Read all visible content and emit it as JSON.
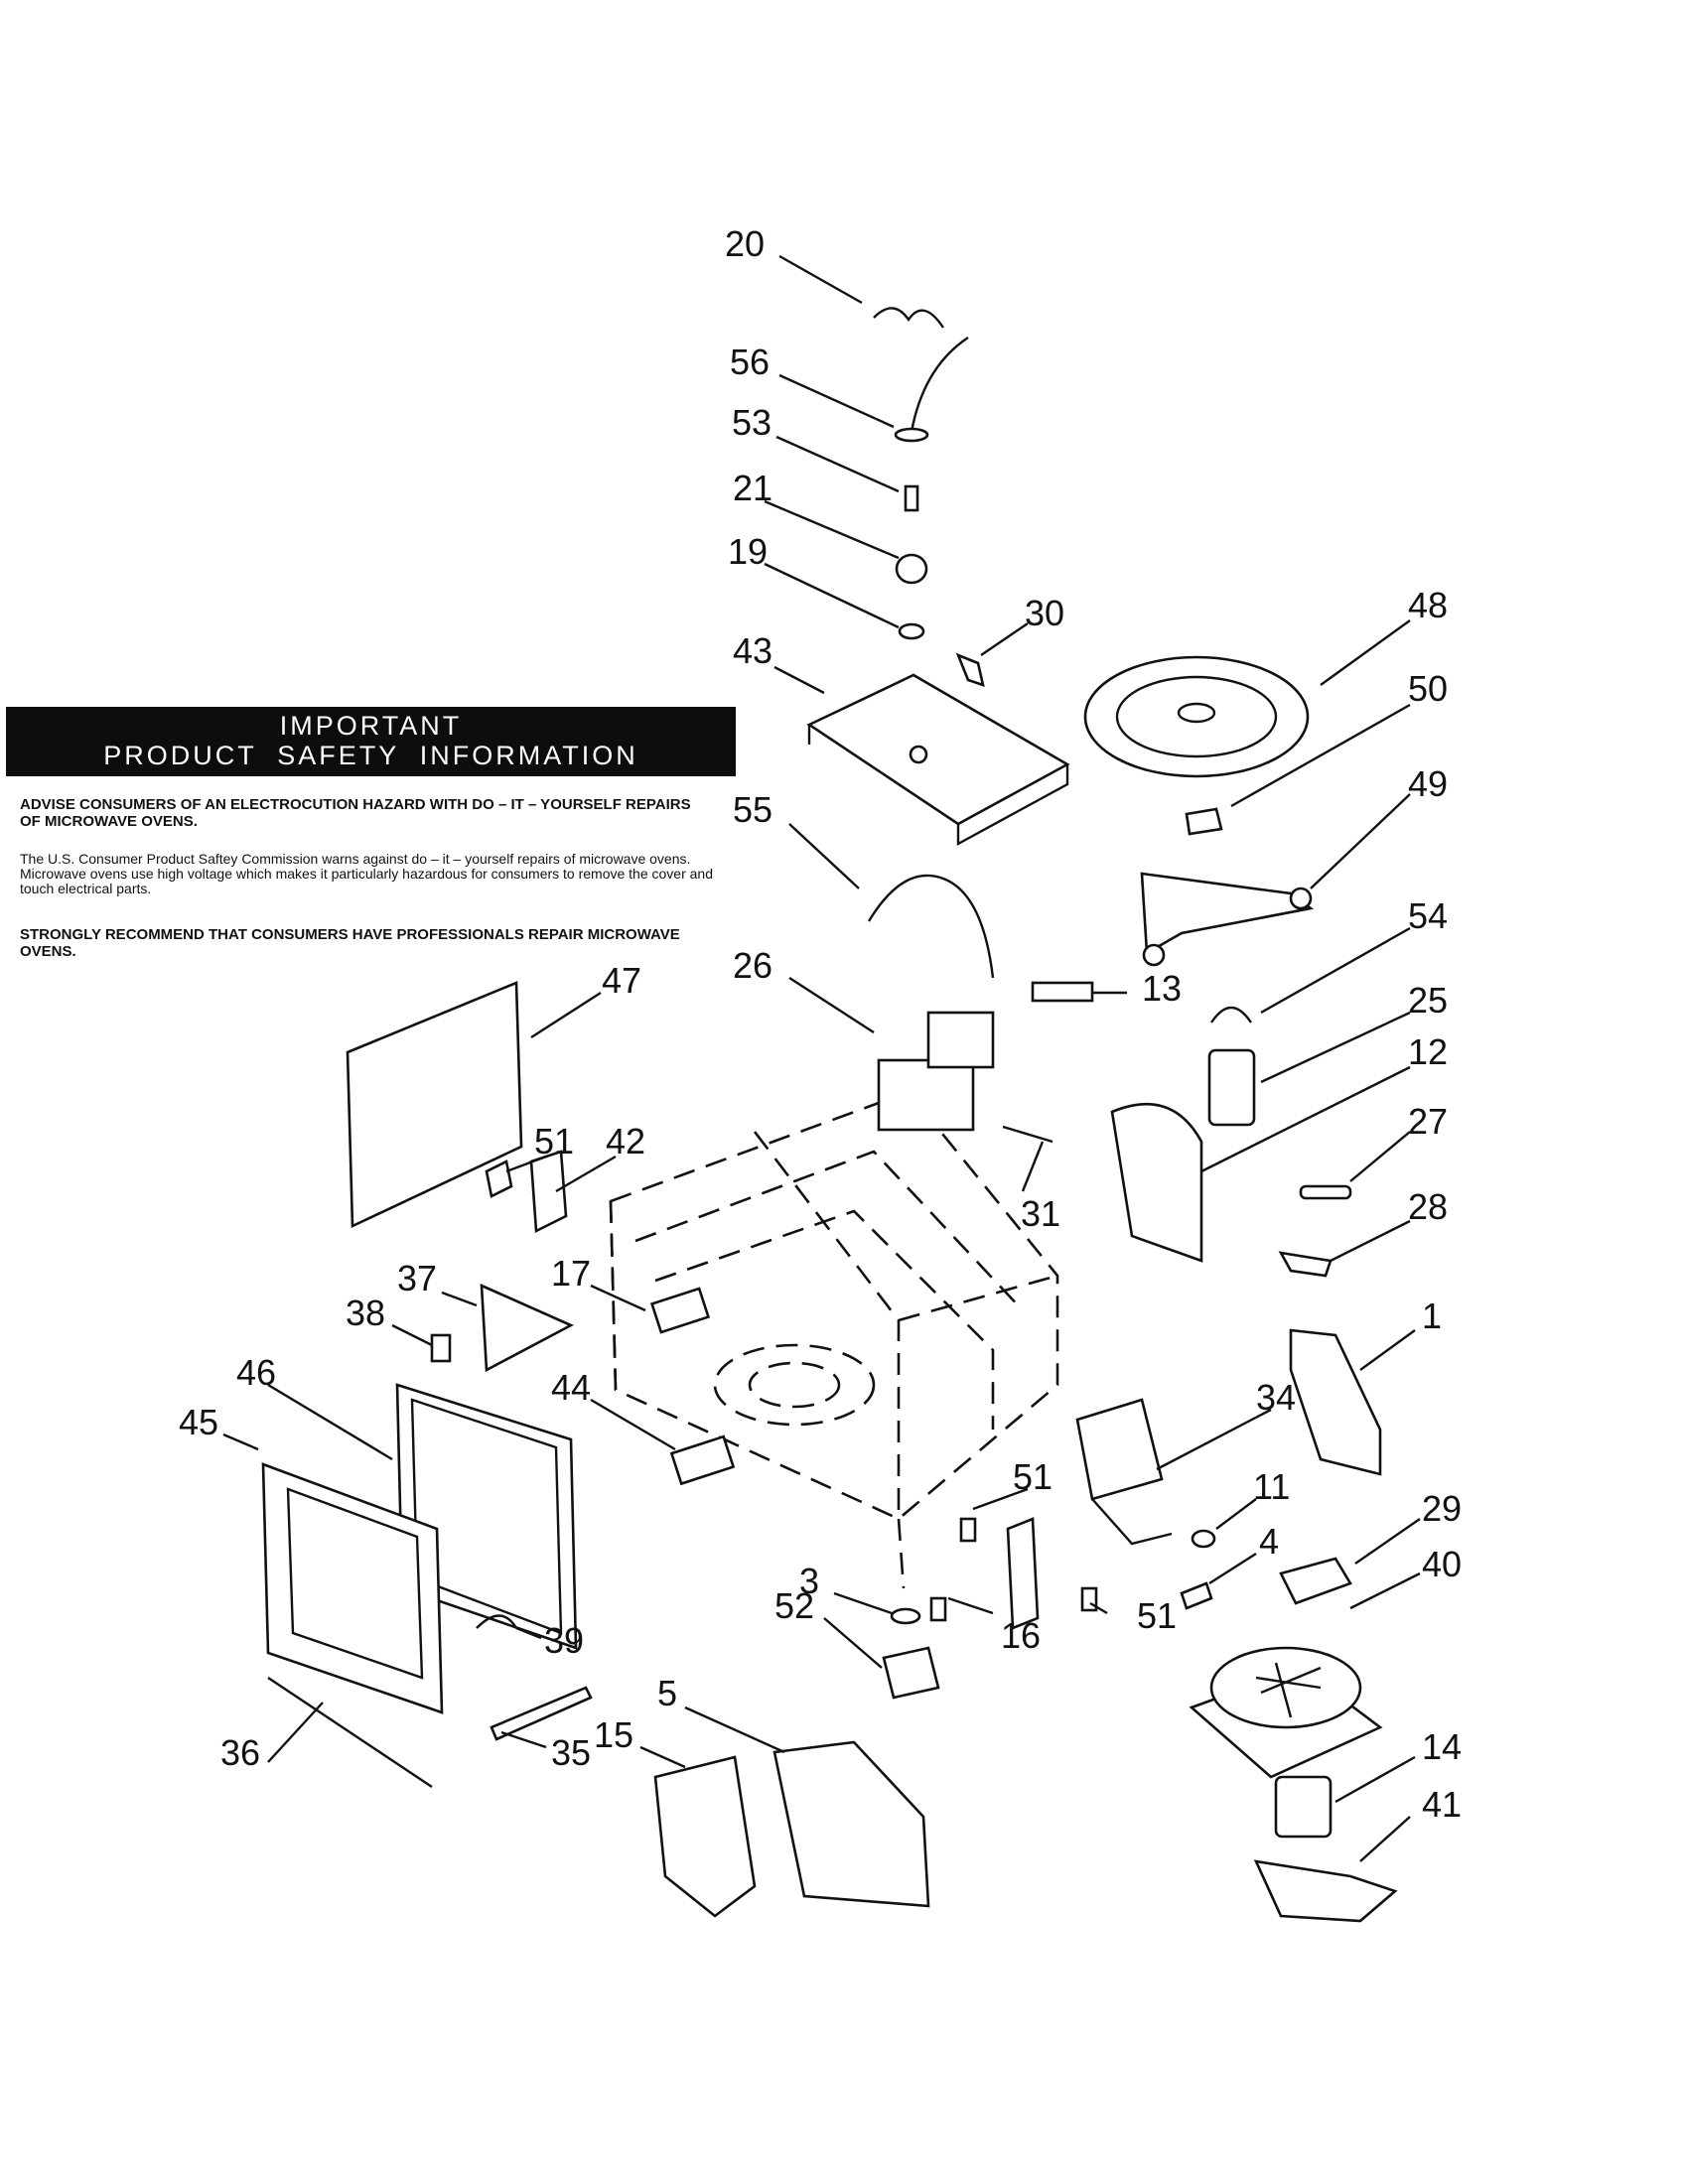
{
  "safety": {
    "header_line1": "IMPORTANT",
    "header_line2": "PRODUCT  SAFETY  INFORMATION",
    "advise": "ADVISE CONSUMERS OF AN ELECTROCUTION HAZARD WITH DO – IT – YOURSELF REPAIRS OF MICROWAVE OVENS.",
    "cpsc": "The U.S. Consumer Product Saftey Commission warns against do – it – yourself repairs of microwave ovens. Microwave ovens use high voltage which makes it particularly hazardous for consumers to remove the cover and touch electrical parts.",
    "recommend": "STRONGLY RECOMMEND THAT CONSUMERS HAVE PROFESSIONALS REPAIR MICROWAVE OVENS."
  },
  "callouts": [
    "20",
    "56",
    "53",
    "21",
    "19",
    "30",
    "43",
    "48",
    "50",
    "49",
    "55",
    "54",
    "26",
    "13",
    "25",
    "12",
    "47",
    "51",
    "42",
    "31",
    "27",
    "28",
    "37",
    "17",
    "38",
    "1",
    "46",
    "44",
    "34",
    "45",
    "11",
    "51",
    "4",
    "29",
    "40",
    "3",
    "52",
    "16",
    "51",
    "39",
    "36",
    "35",
    "15",
    "5",
    "14",
    "41"
  ]
}
